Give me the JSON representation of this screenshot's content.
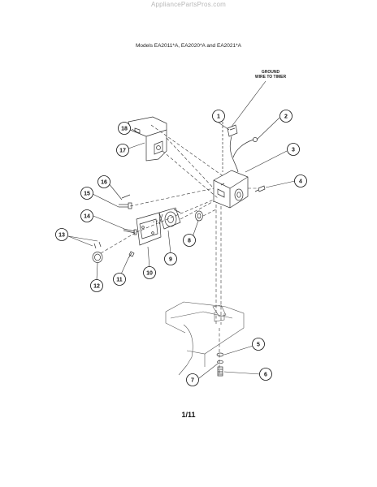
{
  "watermark": "AppliancePartsPros.com",
  "models_title": "Models EA2011*A, EA2020*A and EA2021*A",
  "ground_label_line1": "GROUND",
  "ground_label_line2": "WIRE TO TIMER",
  "page_number": "1/11",
  "callouts": {
    "c1": "1",
    "c2": "2",
    "c3": "3",
    "c4": "4",
    "c5": "5",
    "c6": "6",
    "c7": "7",
    "c8": "8",
    "c9": "9",
    "c10": "10",
    "c11": "11",
    "c12": "12",
    "c13": "13",
    "c14": "14",
    "c15": "15",
    "c16": "16",
    "c17": "17",
    "c18": "18"
  }
}
